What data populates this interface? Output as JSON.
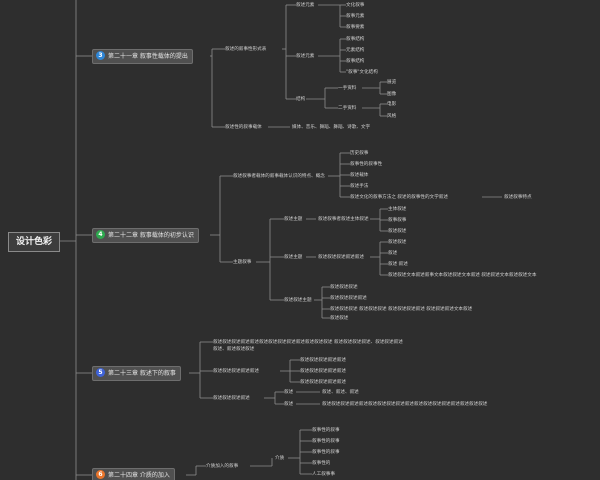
{
  "root": {
    "label": "设计色彩"
  },
  "colors": {
    "badge3": "#2f86d6",
    "badge4": "#2eaa4f",
    "badge5": "#3f63d8",
    "badge6": "#e9752b",
    "line": "#8c8c8c"
  },
  "ch21": {
    "badge": "3",
    "title": "第二十一章 叙事性载体的提出",
    "a": "叙述的叙事性形式表",
    "a1": "叙述元素",
    "a1i": [
      "文化叙事",
      "叙事元素",
      "叙事要素"
    ],
    "a2": "叙述元素",
    "a2i": [
      "叙事结构",
      "元素结构",
      "叙事结构",
      "\"叙事\"文化结构"
    ],
    "a3": "结构",
    "a3a": "一手资料",
    "a3ai": [
      "展览",
      "图像"
    ],
    "a3b": "二手资料",
    "a3bi": [
      "电影",
      "风格"
    ],
    "b": "叙述性的叙事载体",
    "b1": "媒体、音乐、舞蹈、舞蹈、诗歌、文字"
  },
  "ch22": {
    "badge": "4",
    "title": "第二十二章 叙事载体的初步认识",
    "a": "叙述叙事者载体的叙事载体认识的特点、概念",
    "ai": [
      "历史叙事",
      "叙事性的叙事性",
      "叙述载体",
      "叙述手法",
      "叙述文化的叙事方法之 叙述的叙事性的文学叙述"
    ],
    "ax": "叙述叙事特点",
    "b": "主题叙事",
    "b1": "叙述主题",
    "b1a": "叙述叙事者叙述主体叙述",
    "b1ai": [
      "主体叙述",
      "叙事叙事",
      "叙述叙述"
    ],
    "b2": "叙述主题",
    "b2a": "叙述叙述叙述叙述叙述",
    "b2ai": [
      "叙述叙述",
      "叙述",
      "叙述 叙述",
      "叙述叙述文本叙述叙事文本叙述叙述文本叙述 叙述叙述文本叙述叙述文本"
    ],
    "b3": "叙述叙述主题",
    "b3i": [
      "叙述叙述叙述",
      "叙述叙述叙述叙述",
      "叙述叙述叙述 叙述叙述叙述 叙述叙述叙述叙述 叙述叙述叙述文本叙述",
      "叙述叙述"
    ]
  },
  "ch23": {
    "badge": "5",
    "title": "第二十三章 叙述下的叙事",
    "a": "叙述叙述叙述叙述叙述叙述叙述叙述叙述叙述叙述叙述叙述 叙述叙述叙述叙述、叙述叙述叙述",
    "a2": "叙述、叙述叙述叙述",
    "b": "叙述叙述叙述叙述叙述",
    "bi": [
      "叙述叙述叙述叙述叙述",
      "叙述叙述叙述叙述叙述",
      "叙述叙述叙述叙述叙述"
    ],
    "c": "叙述叙述叙述叙述",
    "c1": "叙述",
    "c1a": "叙述、叙述、叙述",
    "c2": "叙述",
    "c2a": "叙述叙述叙述叙述叙述叙述叙述叙述叙述叙述叙述叙述叙述叙述叙述叙述叙述叙述"
  },
  "ch24": {
    "badge": "6",
    "title": "第二十四章 介质的加入",
    "a": "介质加入的叙事",
    "a1": "介质",
    "a1i": [
      "叙事性的叙事",
      "叙事性的叙事",
      "叙事性的叙事",
      "叙事性的",
      "人工叙事事"
    ]
  }
}
